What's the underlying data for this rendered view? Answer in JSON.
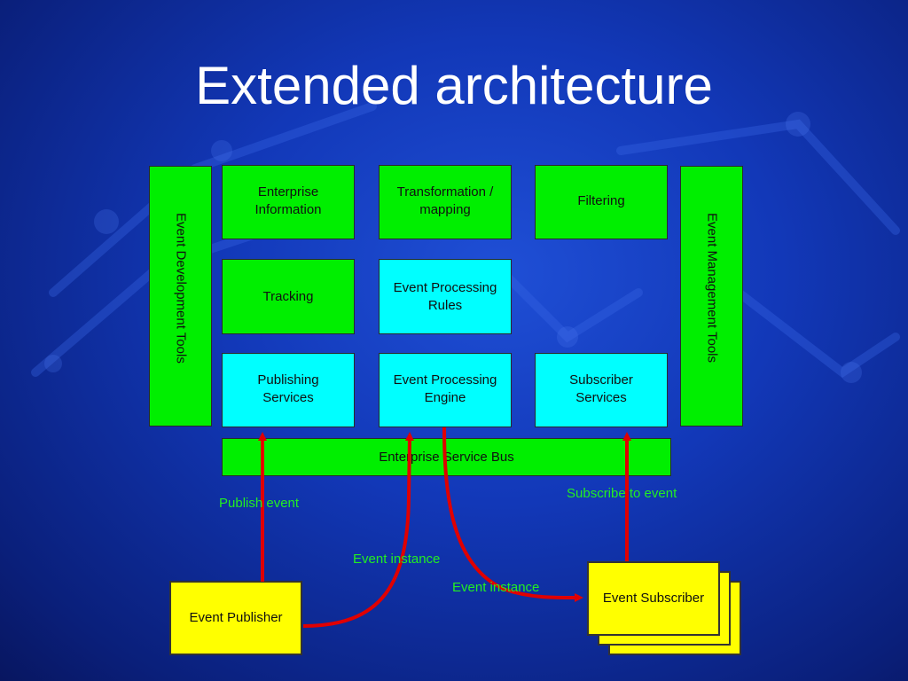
{
  "title": "Extended architecture",
  "boxes": {
    "enterprise_information": "Enterprise Information",
    "transformation_mapping": "Transformation / mapping",
    "filtering": "Filtering",
    "tracking": "Tracking",
    "event_processing_rules": "Event Processing Rules",
    "publishing_services": "Publishing Services",
    "event_processing_engine": "Event Processing Engine",
    "subscriber_services": "Subscriber Services",
    "enterprise_service_bus": "Enterprise Service Bus",
    "event_publisher": "Event Publisher",
    "event_subscriber": "Event Subscriber"
  },
  "side_bars": {
    "left": "Event Development Tools",
    "right": "Event Management Tools"
  },
  "labels": {
    "publish_event": "Publish event",
    "subscribe_to_event": "Subscribe to event",
    "event_instance_1": "Event instance",
    "event_instance_2": "Event instance"
  },
  "colors": {
    "background": "#1238b8",
    "green": "#00ef00",
    "cyan": "#00ffff",
    "yellow": "#ffff00",
    "arrow": "#e00000",
    "label_text": "#22ee22"
  }
}
